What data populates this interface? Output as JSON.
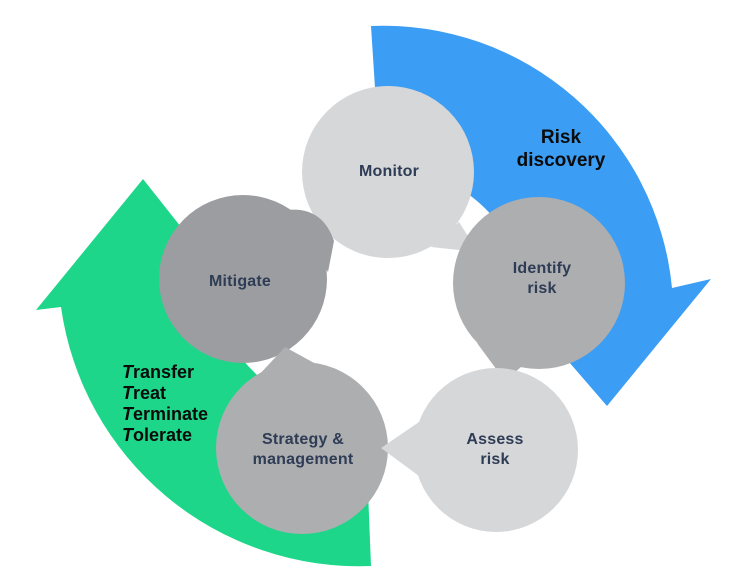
{
  "diagram": {
    "type": "risk-management-cycle",
    "background": "#FFFFFF",
    "bubbles": {
      "monitor": {
        "label": "Monitor"
      },
      "identify": {
        "label": "Identify\nrisk"
      },
      "assess": {
        "label": "Assess\nrisk"
      },
      "strategy": {
        "label": "Strategy &\nmanagement"
      },
      "mitigate": {
        "label": "Mitigate"
      }
    },
    "arrows": {
      "blue": {
        "label": "Risk\ndiscovery",
        "color": "#3B9DF3"
      },
      "green": {
        "color": "#1DD689",
        "items": [
          "Transfer",
          "Treat",
          "Terminate",
          "Tolerate"
        ]
      }
    },
    "colors": {
      "bubble_light": "#D6D7D9",
      "bubble_mid": "#ADAEB0",
      "bubble_dark": "#9C9DA0",
      "bubble_text": "#2E3C55",
      "arrow_text": "#0B0B0B"
    }
  }
}
